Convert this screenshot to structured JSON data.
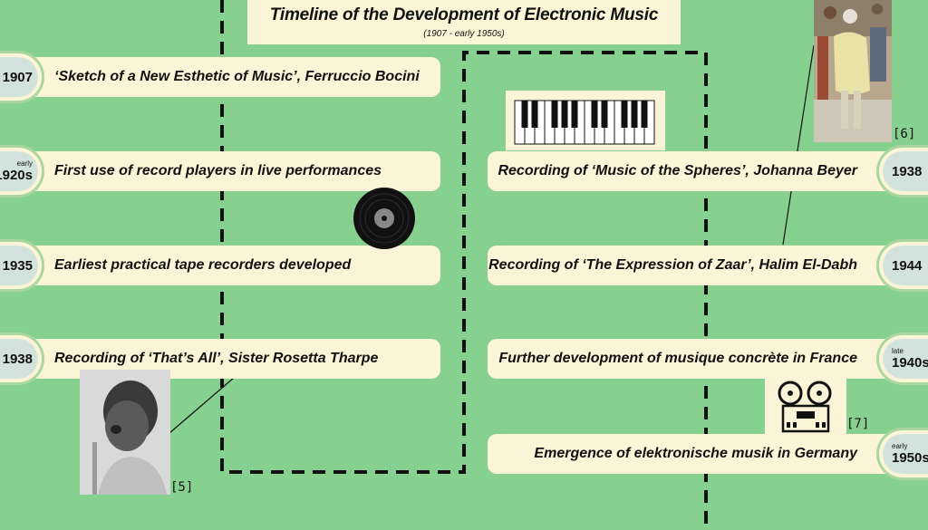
{
  "header": {
    "title": "Timeline of the Development of Electronic Music",
    "subtitle": "(1907 - early 1950s)"
  },
  "left_events": [
    {
      "year_prefix": "",
      "year": "1907",
      "label": "‘Sketch of a New Esthetic of Music’, Ferruccio Bocini"
    },
    {
      "year_prefix": "early",
      "year": "1920s",
      "label": "First use of record players in live performances"
    },
    {
      "year_prefix": "",
      "year": "1935",
      "label": "Earliest practical tape recorders developed"
    },
    {
      "year_prefix": "",
      "year": "1938",
      "label": "Recording of ‘That’s All’, Sister Rosetta Tharpe"
    }
  ],
  "right_events": [
    {
      "year_prefix": "",
      "year": "1938",
      "label": "Recording of ‘Music of the Spheres’, Johanna Beyer"
    },
    {
      "year_prefix": "",
      "year": "1944",
      "label": "Recording of ‘The Expression of Zaar’, Halim El-Dabh"
    },
    {
      "year_prefix": "late",
      "year": "1940s",
      "label": "Further development of musique concrète in France"
    },
    {
      "year_prefix": "early",
      "year": "1950s",
      "label": "Emergence of elektronische musik in Germany"
    }
  ],
  "references": {
    "ref5": "[5]",
    "ref6": "[6]",
    "ref7": "[7]"
  },
  "colors": {
    "background": "#86d18f",
    "bar": "#fbf4d6",
    "year_badge": "#d2e3de"
  },
  "icons": [
    "piano-keyboard-icon",
    "vinyl-record-icon",
    "reel-to-reel-tape-icon"
  ]
}
